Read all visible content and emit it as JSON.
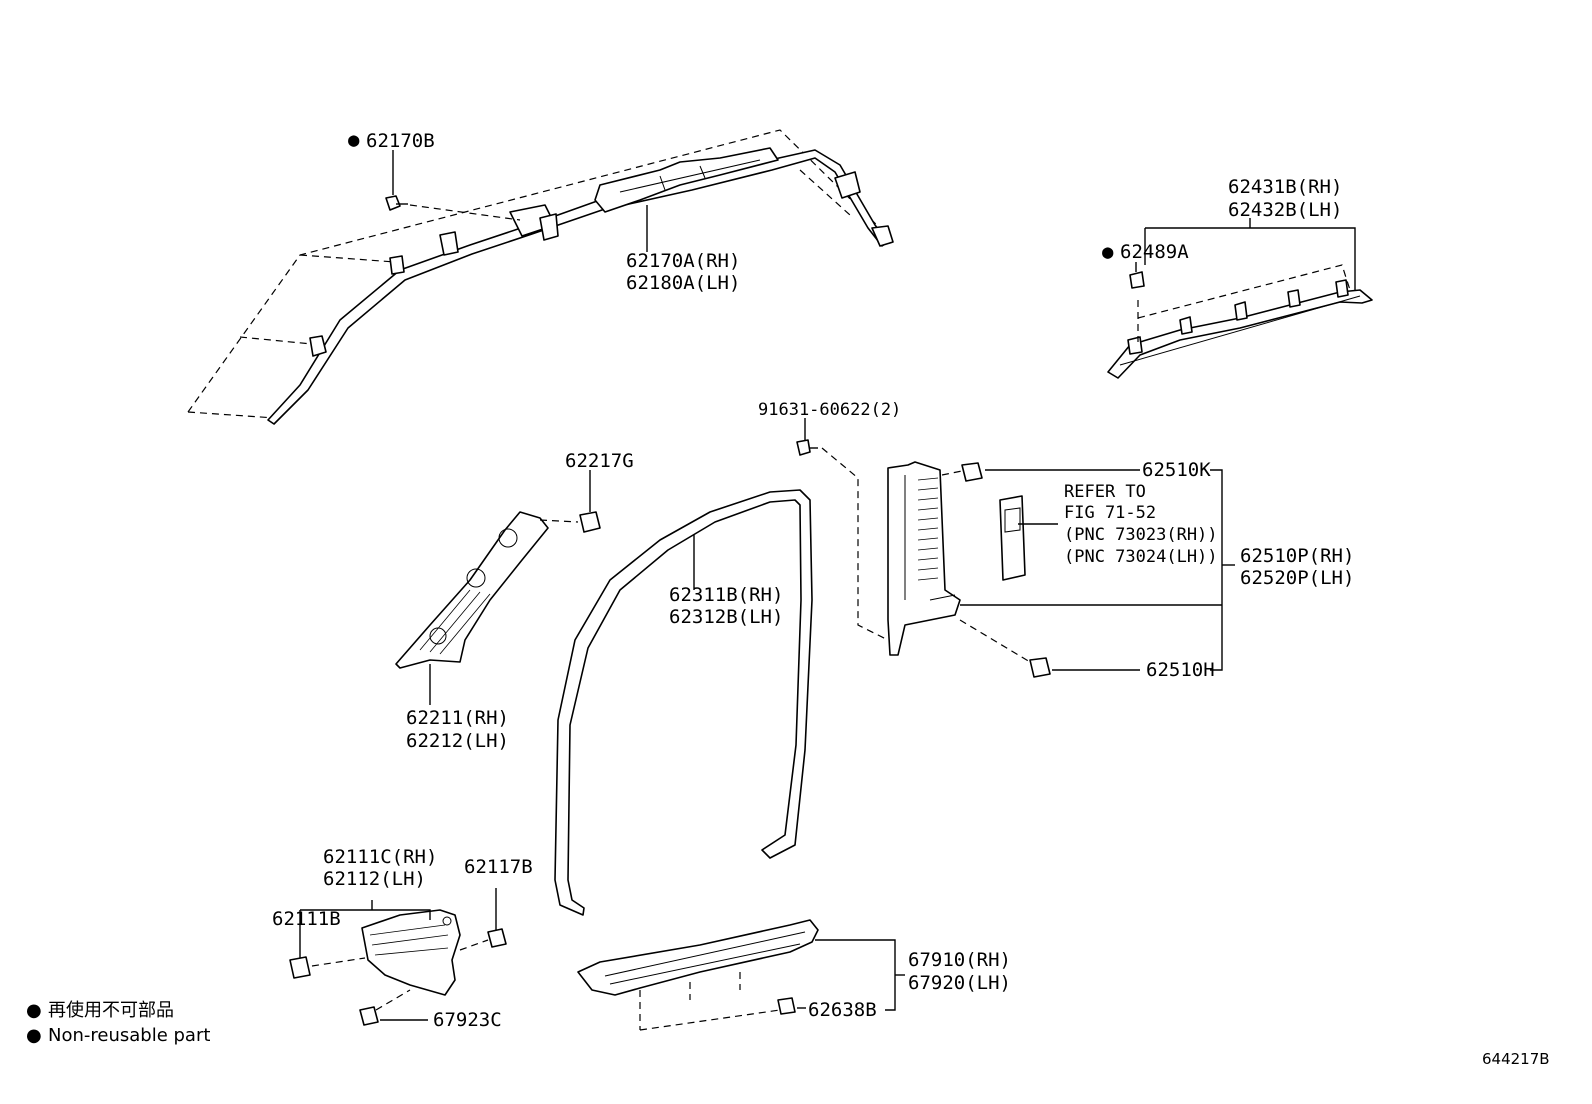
{
  "diagram": {
    "labels": {
      "p62170B": "62170B",
      "p62170A": "62170A(RH)",
      "p62180A": "62180A(LH)",
      "p62431B": "62431B(RH)",
      "p62432B": "62432B(LH)",
      "p62489A": "62489A",
      "p91631": "91631-60622(2)",
      "p62217G": "62217G",
      "p62510K": "62510K",
      "p62510P": "62510P(RH)",
      "p62520P": "62520P(LH)",
      "p62510H": "62510H",
      "p62311B": "62311B(RH)",
      "p62312B": "62312B(LH)",
      "p62211": "62211(RH)",
      "p62212": "62212(LH)",
      "p62111C": "62111C(RH)",
      "p62112": "62112(LH)",
      "p62111B": "62111B",
      "p62117B": "62117B",
      "p67923C": "67923C",
      "p67910": "67910(RH)",
      "p67920": "67920(LH)",
      "p62638B": "62638B"
    },
    "refer_note": {
      "line1": "REFER TO",
      "line2": "FIG 71-52",
      "line3": "(PNC 73023(RH))",
      "line4": "(PNC 73024(LH))"
    },
    "non_reusable_marker": "●",
    "legend": {
      "japanese": "再使用不可部品",
      "english": "Non-reusable part"
    },
    "figure_number": "644217B"
  }
}
